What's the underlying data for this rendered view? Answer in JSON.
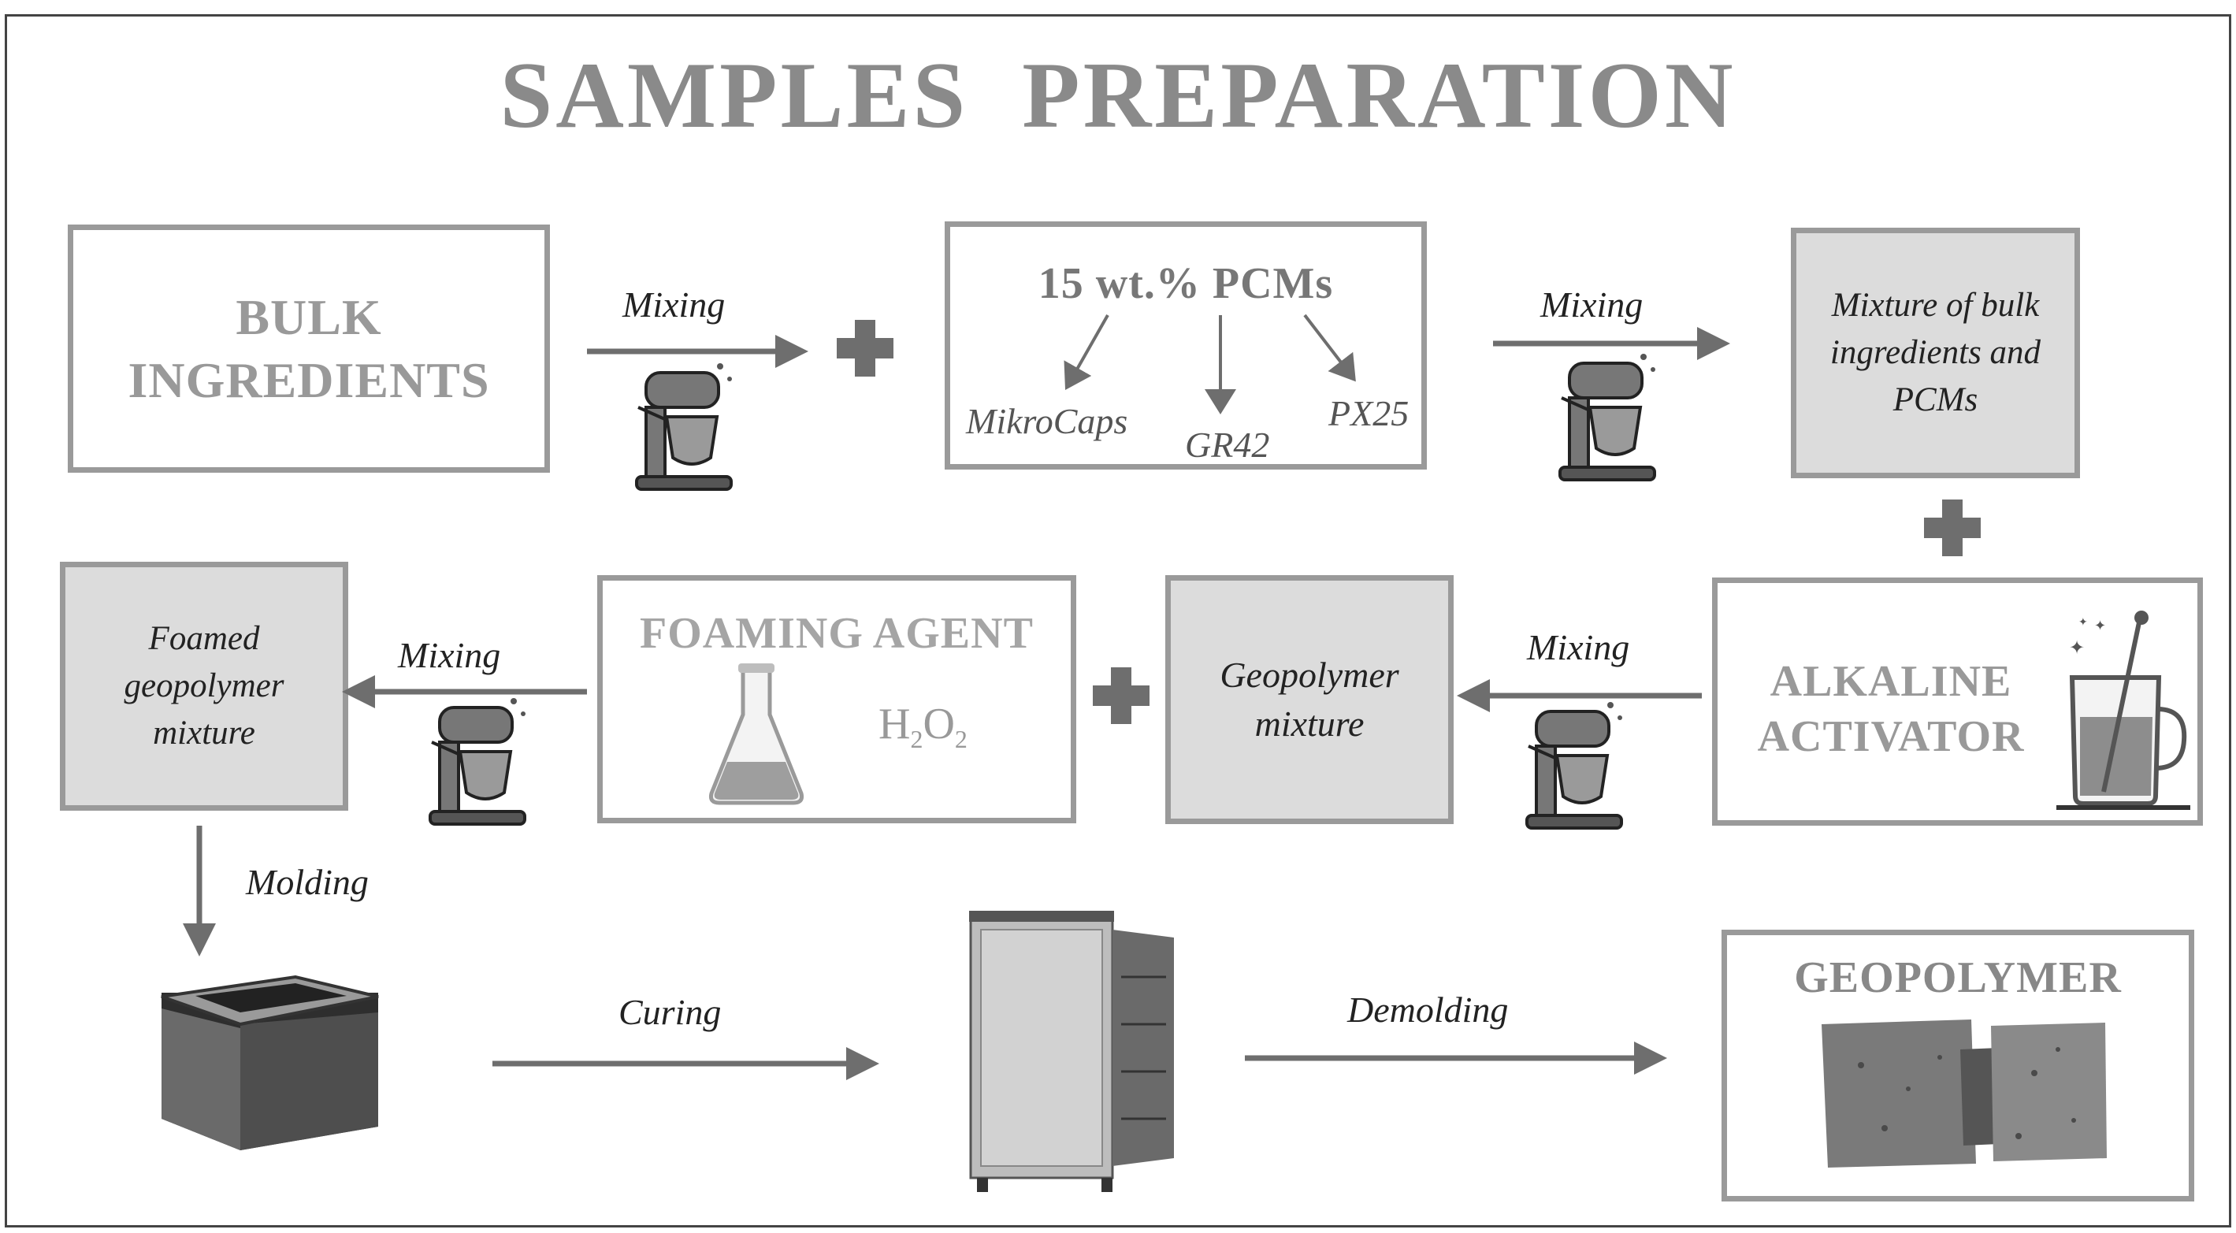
{
  "title": "SAMPLES  PREPARATION",
  "boxes": {
    "bulk": "BULK INGREDIENTS",
    "pcm_title": "15 wt.% PCMs",
    "pcm_types": [
      "MikroCaps",
      "GR42",
      "PX25"
    ],
    "mixture": "Mixture of bulk ingredients and PCMs",
    "alkaline": "ALKALINE ACTIVATOR",
    "geopolymer_mixture": "Geopolymer mixture",
    "foaming_agent": "FOAMING AGENT",
    "foamed": "Foamed geopolymer mixture",
    "geopolymer": "GEOPOLYMER"
  },
  "steps": {
    "mixing": "Mixing",
    "molding": "Molding",
    "curing": "Curing",
    "demolding": "Demolding"
  },
  "formula": {
    "h": "H",
    "sub1": "2",
    "o": "O",
    "sub2": "2"
  },
  "colors": {
    "arrow": "#6e6e6e",
    "box_border": "#9a9a9a",
    "highlight_fill": "#dcdcdc",
    "heading_text": "#999999"
  },
  "icons": [
    "stand-mixer-icon",
    "plus-icon",
    "flask-icon",
    "beaker-icon",
    "mold-icon",
    "oven-icon",
    "geopolymer-block-icon"
  ]
}
